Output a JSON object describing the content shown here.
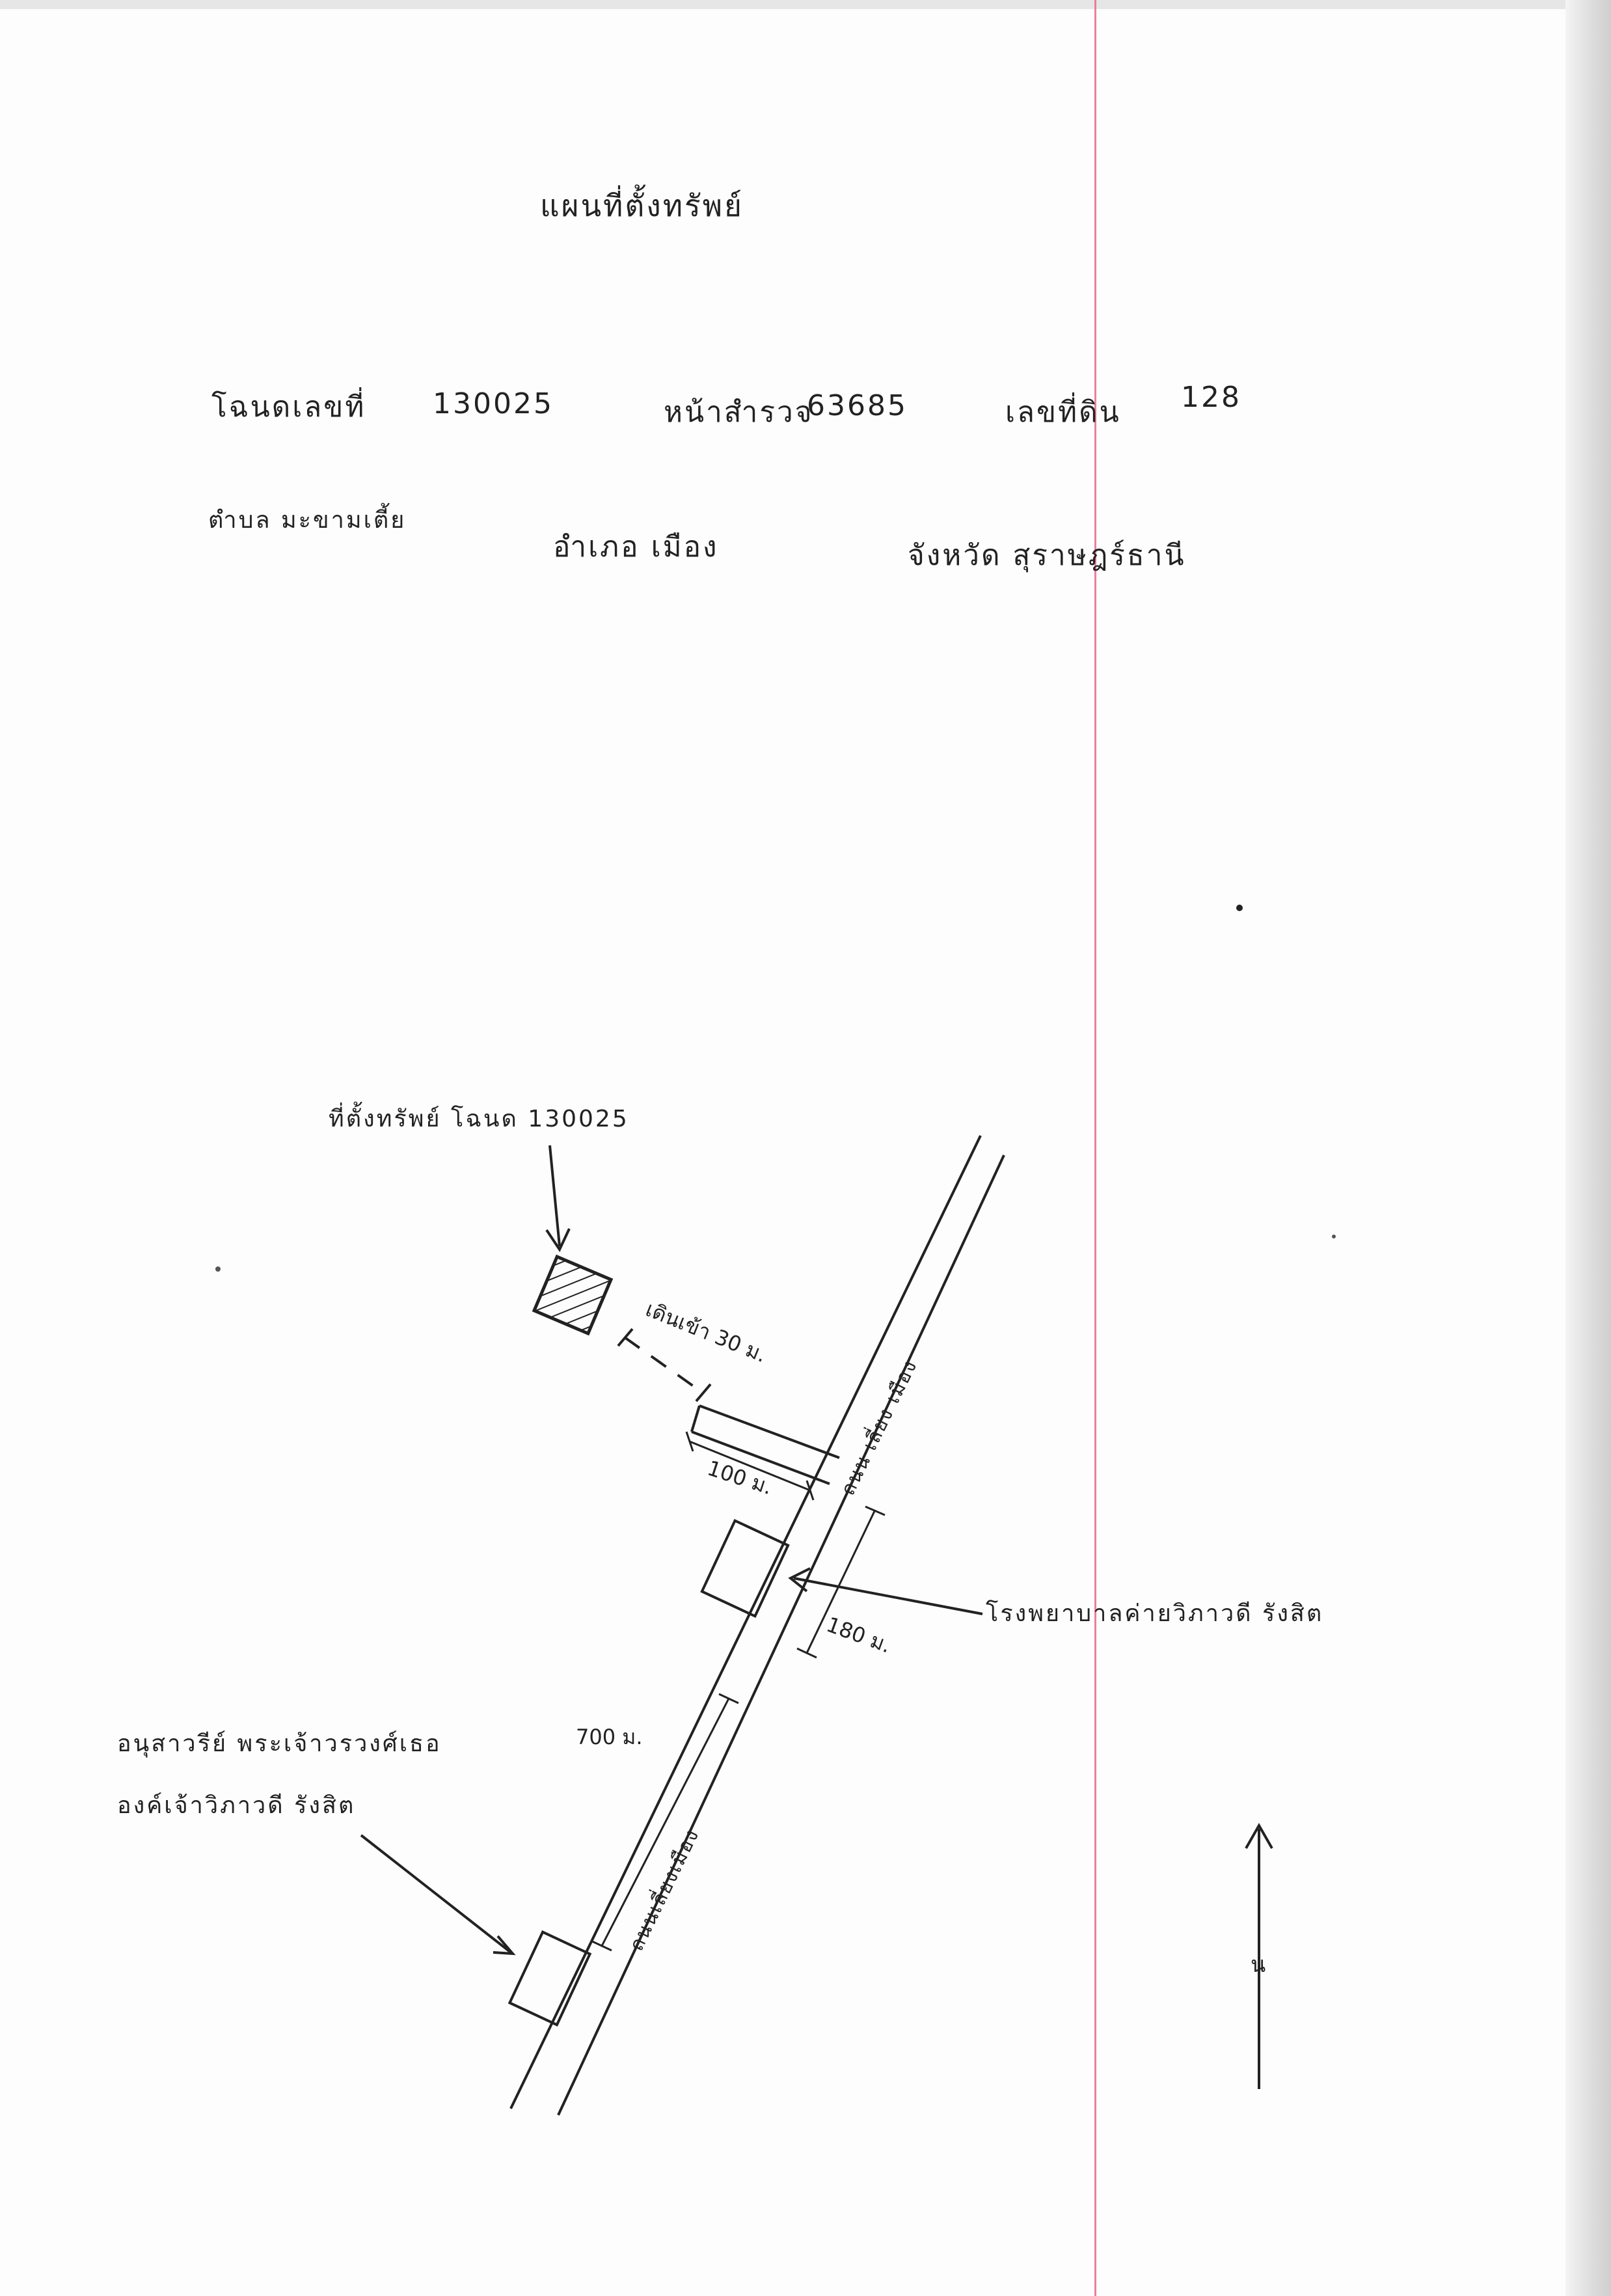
{
  "header": {
    "title": "แผนที่ตั้งทรัพย์",
    "deed_label": "โฉนดเลขที่",
    "deed_no": "130025",
    "survey_label": "หน้าสำรวจ",
    "survey_no": "63685",
    "land_label": "เลขที่ดิน",
    "land_no": "128",
    "subdistrict": "ตำบล มะขามเตี้ย",
    "district": "อำเภอ เมือง",
    "province": "จังหวัด สุราษฎร์ธานี"
  },
  "map": {
    "property_label": "ที่ตั้งทรัพย์ โฉนด 130025",
    "soi_label": "เดินเข้า 30 ม.",
    "dist_100": "100 ม.",
    "road_label_upper": "ถนน เลี่ยง เมือง",
    "road_label_lower": "ถนนเลี่ยงเมือง",
    "hospital_label": "โรงพยาบาลค่ายวิภาวดี รังสิต",
    "dist_180": "180 ม.",
    "dist_700": "700 ม.",
    "monument_label_1": "อนุสาวรีย์ พระเจ้าวรวงศ์เธอ",
    "monument_label_2": "องค์เจ้าวิภาวดี รังสิต",
    "north_label": "น"
  }
}
